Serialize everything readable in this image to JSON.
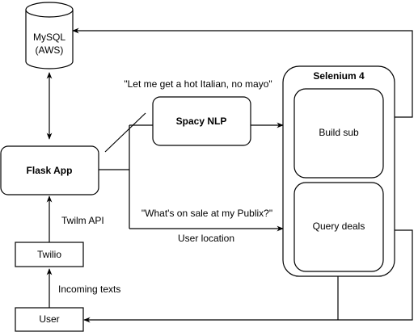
{
  "nodes": {
    "mysql": {
      "line1": "MySQL",
      "line2": "(AWS)"
    },
    "flask": {
      "label": "Flask App"
    },
    "spacy": {
      "label": "Spacy NLP"
    },
    "selenium": {
      "label": "Selenium 4"
    },
    "build_sub": {
      "label": "Build sub"
    },
    "query_deals": {
      "label": "Query deals"
    },
    "twilio": {
      "label": "Twilio"
    },
    "user": {
      "label": "User"
    }
  },
  "edge_labels": {
    "hot_italian": "\"Let me get a hot Italian, no mayo\"",
    "publix_sale": "\"What's on sale at my Publix?\"",
    "user_location": "User location",
    "twilm_api": "Twilm API",
    "incoming_texts": "Incoming texts"
  },
  "colors": {
    "stroke": "#000000",
    "background": "#ffffff",
    "text": "#000000"
  }
}
